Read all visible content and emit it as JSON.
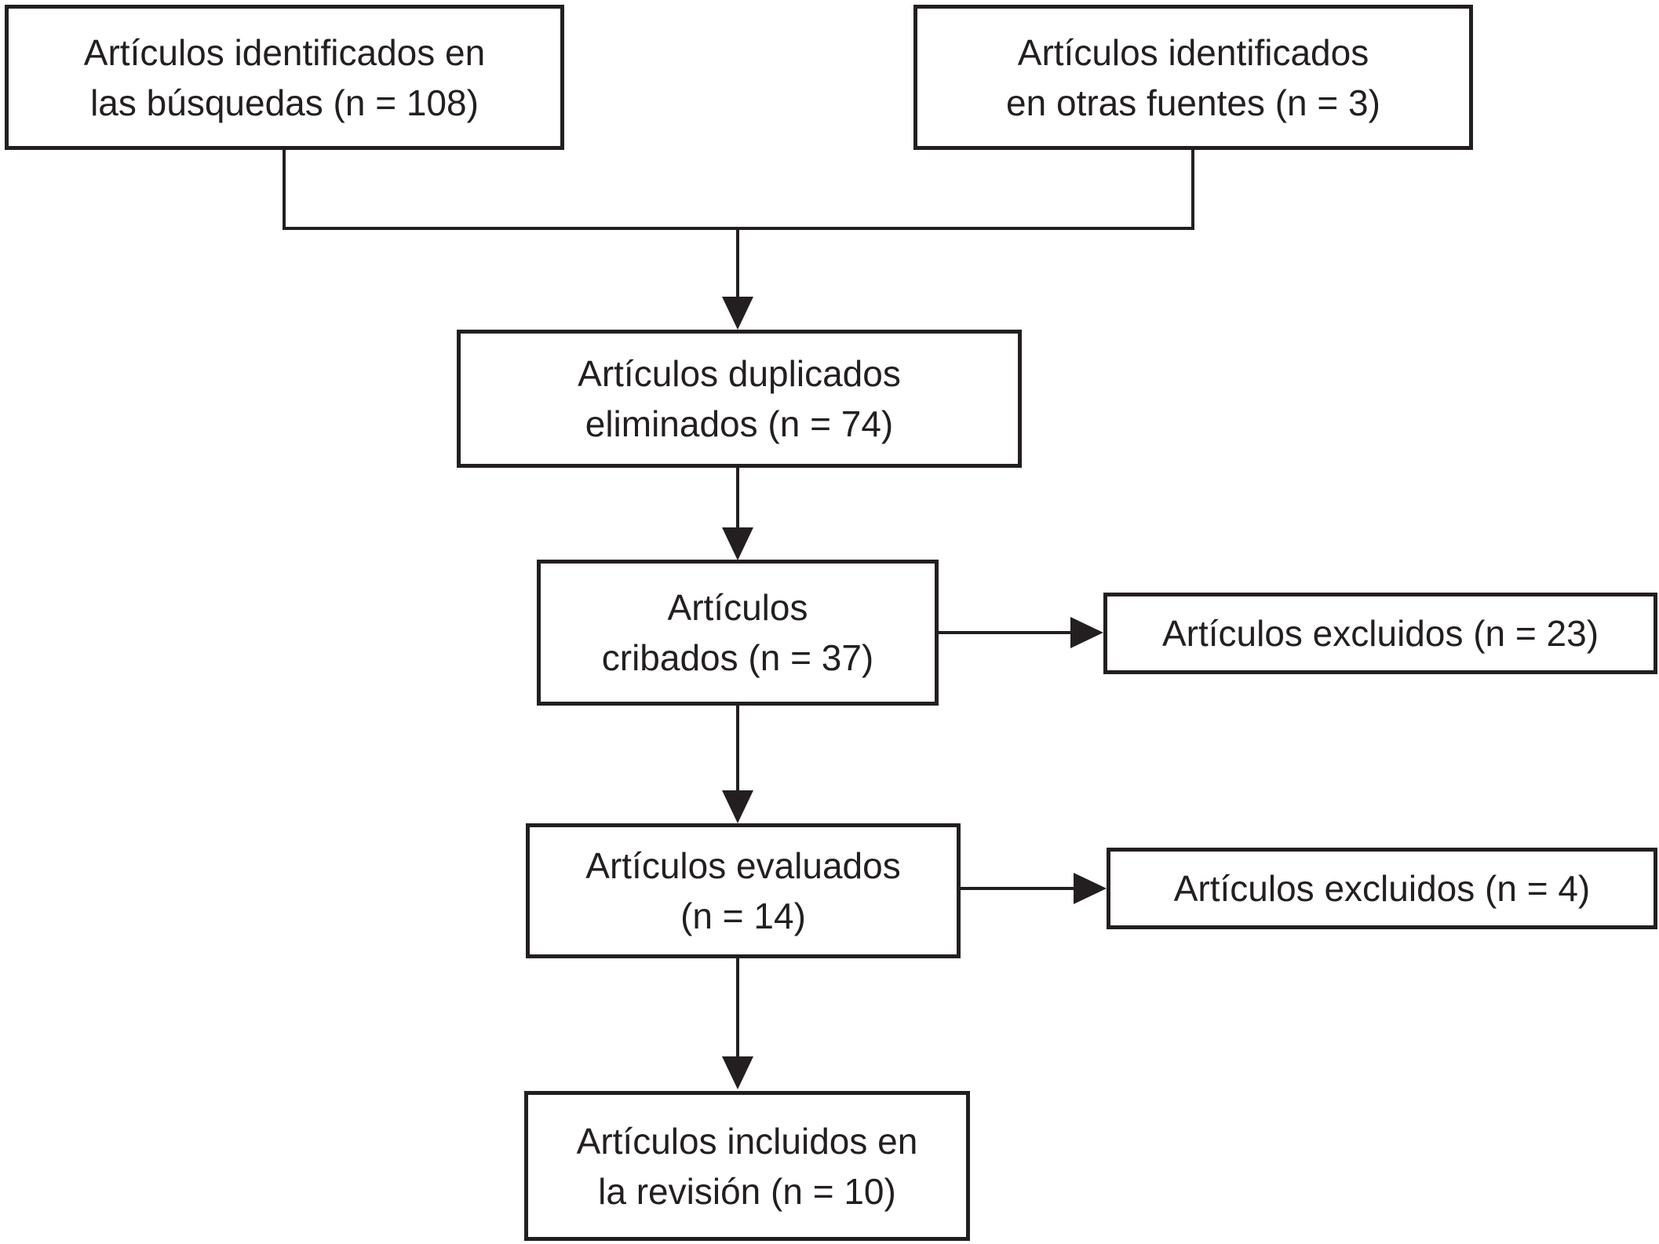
{
  "flowchart": {
    "language": "es",
    "colors": {
      "stroke": "#231f20",
      "text": "#231f20",
      "background": "#ffffff"
    },
    "nodes": {
      "identified_searches": {
        "lines": [
          "Artículos identificados en",
          "las búsquedas (n = 108)"
        ],
        "n": 108
      },
      "identified_other_sources": {
        "lines": [
          "Artículos identificados",
          "en otras fuentes (n = 3)"
        ],
        "n": 3
      },
      "duplicates_removed": {
        "lines": [
          "Artículos duplicados",
          "eliminados (n = 74)"
        ],
        "n": 74
      },
      "screened": {
        "lines": [
          "Artículos",
          "cribados (n = 37)"
        ],
        "n": 37
      },
      "excluded_screening": {
        "lines": [
          "Artículos excluidos (n = 23)"
        ],
        "n": 23
      },
      "assessed": {
        "lines": [
          "Artículos evaluados",
          "(n = 14)"
        ],
        "n": 14
      },
      "excluded_assessment": {
        "lines": [
          "Artículos excluidos (n = 4)"
        ],
        "n": 4
      },
      "included_review": {
        "lines": [
          "Artículos incluidos en",
          "la revisión (n = 10)"
        ],
        "n": 10
      }
    },
    "edges": [
      {
        "from": "identified_searches",
        "to": "duplicates_removed",
        "type": "merge-down-arrow"
      },
      {
        "from": "identified_other_sources",
        "to": "duplicates_removed",
        "type": "merge-down-arrow"
      },
      {
        "from": "duplicates_removed",
        "to": "screened",
        "type": "down-arrow"
      },
      {
        "from": "screened",
        "to": "excluded_screening",
        "type": "right-arrow"
      },
      {
        "from": "screened",
        "to": "assessed",
        "type": "down-arrow"
      },
      {
        "from": "assessed",
        "to": "excluded_assessment",
        "type": "right-arrow"
      },
      {
        "from": "assessed",
        "to": "included_review",
        "type": "down-arrow"
      }
    ]
  }
}
